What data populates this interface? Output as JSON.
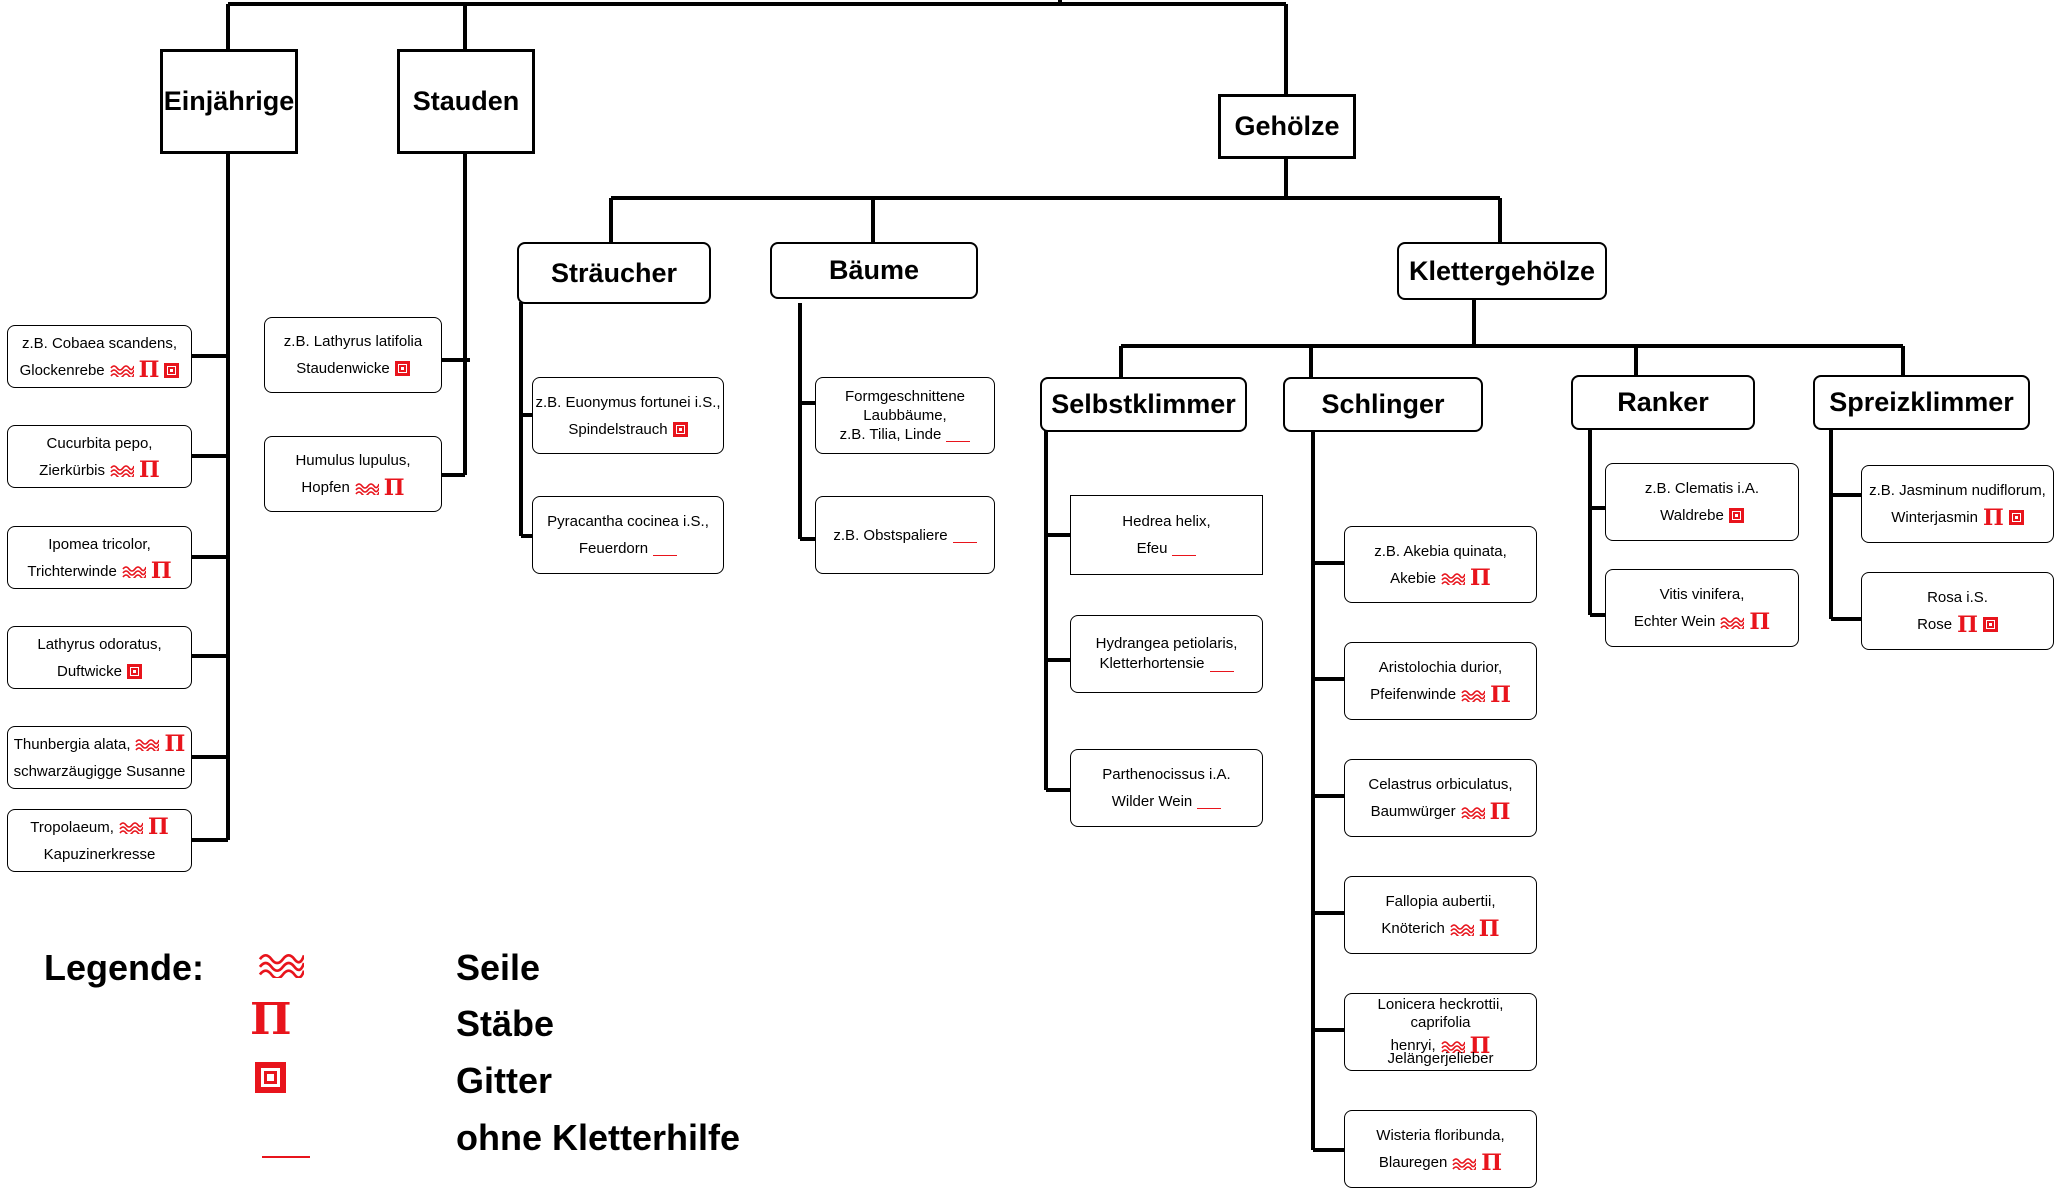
{
  "categories": {
    "einjaehrige": "Einjährige",
    "stauden": "Stauden",
    "gehoelze": "Gehölze",
    "straeucher": "Sträucher",
    "baeume": "Bäume",
    "klettergehoelze": "Klettergehölze",
    "selbstklimmer": "Selbstklimmer",
    "schlinger": "Schlinger",
    "ranker": "Ranker",
    "spreizklimmer": "Spreizklimmer"
  },
  "plants": {
    "einjaehrige": [
      {
        "line1": "z.B. Cobaea scandens,",
        "line2": "Glockenrebe"
      },
      {
        "line1": "Cucurbita pepo,",
        "line2": "Zierkürbis"
      },
      {
        "line1": "Ipomea tricolor,",
        "line2": "Trichterwinde"
      },
      {
        "line1": "Lathyrus odoratus,",
        "line2": "Duftwicke"
      },
      {
        "line1": "Thunbergia alata,",
        "line2": "schwarzäugigge Susanne"
      },
      {
        "line1": "Tropolaeum,",
        "line2": "Kapuzinerkresse"
      }
    ],
    "stauden": [
      {
        "line1": "z.B. Lathyrus latifolia",
        "line2": "Staudenwicke"
      },
      {
        "line1": "Humulus lupulus,",
        "line2": "Hopfen"
      }
    ],
    "straeucher": [
      {
        "line1": "z.B. Euonymus fortunei i.S.,",
        "line2": "Spindelstrauch"
      },
      {
        "line1": "Pyracantha cocinea i.S.,",
        "line2": "Feuerdorn"
      }
    ],
    "baeume": [
      {
        "line1": "Formgeschnittene",
        "line2": "Laubbäume,",
        "line3": "z.B. Tilia, Linde"
      },
      {
        "line1": "z.B. Obstspaliere"
      }
    ],
    "selbstklimmer": [
      {
        "line1": "Hedrea helix,",
        "line2": "Efeu"
      },
      {
        "line1": "Hydrangea petiolaris,",
        "line2": "Kletterhortensie"
      },
      {
        "line1": "Parthenocissus i.A.",
        "line2": "Wilder Wein"
      }
    ],
    "schlinger": [
      {
        "line1": "z.B. Akebia quinata,",
        "line2": "Akebie"
      },
      {
        "line1": "Aristolochia durior,",
        "line2": "Pfeifenwinde"
      },
      {
        "line1": "Celastrus orbiculatus,",
        "line2": "Baumwürger"
      },
      {
        "line1": "Fallopia aubertii,",
        "line2": "Knöterich"
      },
      {
        "line1": "Lonicera heckrottii,",
        "line2": "caprifolia",
        "line3": "henryi,",
        "line4": "Jelängerjelieber"
      },
      {
        "line1": "Wisteria floribunda,",
        "line2": "Blauregen"
      }
    ],
    "ranker": [
      {
        "line1": "z.B. Clematis i.A.",
        "line2": "Waldrebe"
      },
      {
        "line1": "Vitis vinifera,",
        "line2": "Echter Wein"
      }
    ],
    "spreizklimmer": [
      {
        "line1": "z.B. Jasminum nudiflorum,",
        "line2": "Winterjasmin"
      },
      {
        "line1": "Rosa i.S.",
        "line2": "Rose"
      }
    ]
  },
  "legend": {
    "title": "Legende:",
    "seile": "Seile",
    "staebe": "Stäbe",
    "gitter": "Gitter",
    "ohne": "ohne Kletterhilfe"
  },
  "symbol_glyphs": {
    "staebe": "Π"
  },
  "colors": {
    "accent_red": "#e8141c",
    "line": "#000000"
  }
}
